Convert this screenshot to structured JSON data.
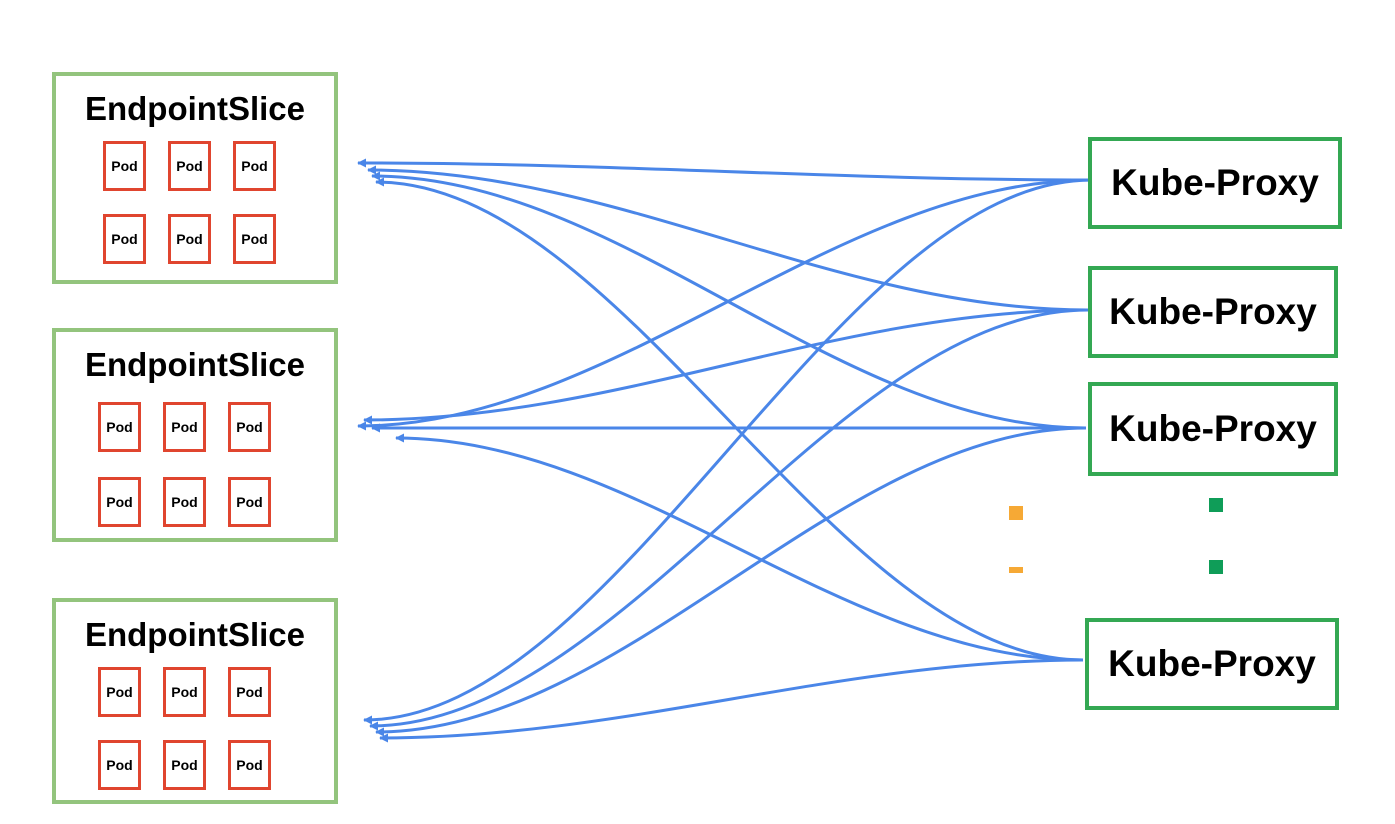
{
  "endpoint_slices": [
    {
      "title": "EndpointSlice",
      "pods": [
        "Pod",
        "Pod",
        "Pod",
        "Pod",
        "Pod",
        "Pod"
      ]
    },
    {
      "title": "EndpointSlice",
      "pods": [
        "Pod",
        "Pod",
        "Pod",
        "Pod",
        "Pod",
        "Pod"
      ]
    },
    {
      "title": "EndpointSlice",
      "pods": [
        "Pod",
        "Pod",
        "Pod",
        "Pod",
        "Pod",
        "Pod"
      ]
    }
  ],
  "kube_proxies": [
    {
      "label": "Kube-Proxy"
    },
    {
      "label": "Kube-Proxy"
    },
    {
      "label": "Kube-Proxy"
    },
    {
      "label": "Kube-Proxy"
    }
  ],
  "connections": [
    {
      "from": "kube-proxy-1",
      "to": "endpoint-slice-1"
    },
    {
      "from": "kube-proxy-1",
      "to": "endpoint-slice-2"
    },
    {
      "from": "kube-proxy-1",
      "to": "endpoint-slice-3"
    },
    {
      "from": "kube-proxy-2",
      "to": "endpoint-slice-1"
    },
    {
      "from": "kube-proxy-2",
      "to": "endpoint-slice-2"
    },
    {
      "from": "kube-proxy-2",
      "to": "endpoint-slice-3"
    },
    {
      "from": "kube-proxy-3",
      "to": "endpoint-slice-1"
    },
    {
      "from": "kube-proxy-3",
      "to": "endpoint-slice-2"
    },
    {
      "from": "kube-proxy-3",
      "to": "endpoint-slice-3"
    },
    {
      "from": "kube-proxy-4",
      "to": "endpoint-slice-1"
    },
    {
      "from": "kube-proxy-4",
      "to": "endpoint-slice-2"
    },
    {
      "from": "kube-proxy-4",
      "to": "endpoint-slice-3"
    }
  ],
  "colors": {
    "slice_border": "#93c47d",
    "pod_border": "#e0452f",
    "proxy_border": "#34a853",
    "arrow": "#4a86e8",
    "ellipsis_orange": "#f6a935",
    "ellipsis_green": "#0f9d58"
  }
}
